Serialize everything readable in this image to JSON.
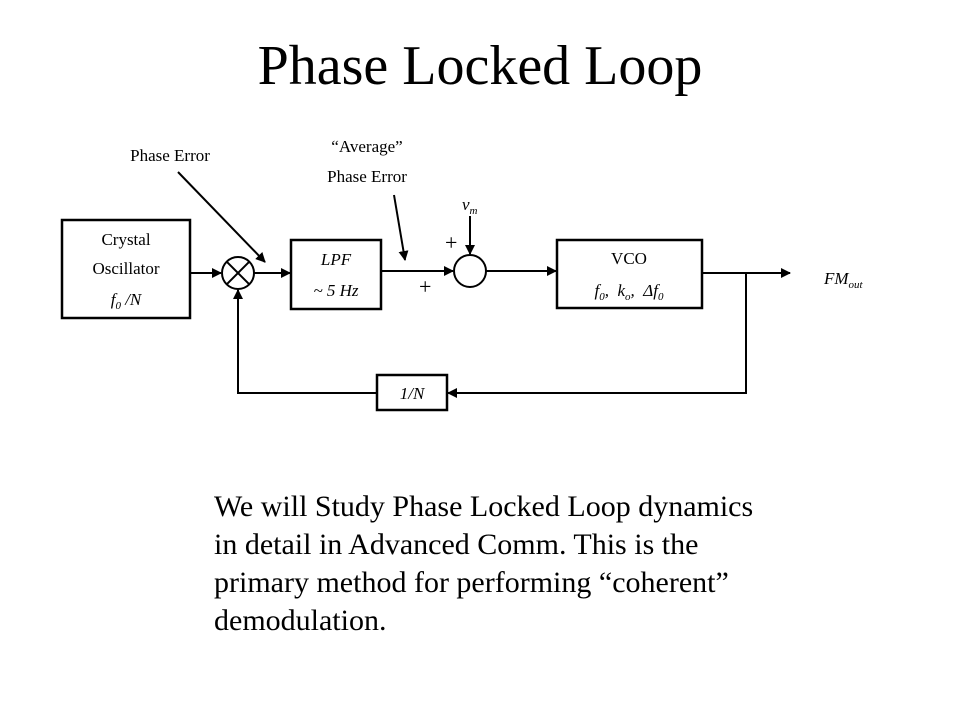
{
  "title": "Phase Locked Loop",
  "diagram": {
    "crystal_oscillator": {
      "line1": "Crystal",
      "line2": "Oscillator",
      "line3_f": "f",
      "line3_sub": "0",
      "line3_rest": " /N"
    },
    "lpf": {
      "line1": "LPF",
      "line2": "~ 5 Hz"
    },
    "vco": {
      "line1": "VCO",
      "f": "f",
      "f_sub": "0",
      "sep1": ",  ",
      "k": "k",
      "k_sub": "o",
      "sep2": ",  ",
      "delta": "Δf",
      "delta_sub": "0"
    },
    "divider": {
      "label": "1/N"
    },
    "phase_error_label": "Phase Error",
    "average_phase_error": {
      "line1": "“Average”",
      "line2": "Phase Error"
    },
    "vm": {
      "v": "v",
      "sub": "m"
    },
    "plus_top": "+",
    "plus_left": "+",
    "fm_out": {
      "main": "FM",
      "sub": "out"
    }
  },
  "body_text": "We will Study Phase Locked Loop dynamics in detail in Advanced Comm.  This is the primary method for performing “coherent” demodulation."
}
